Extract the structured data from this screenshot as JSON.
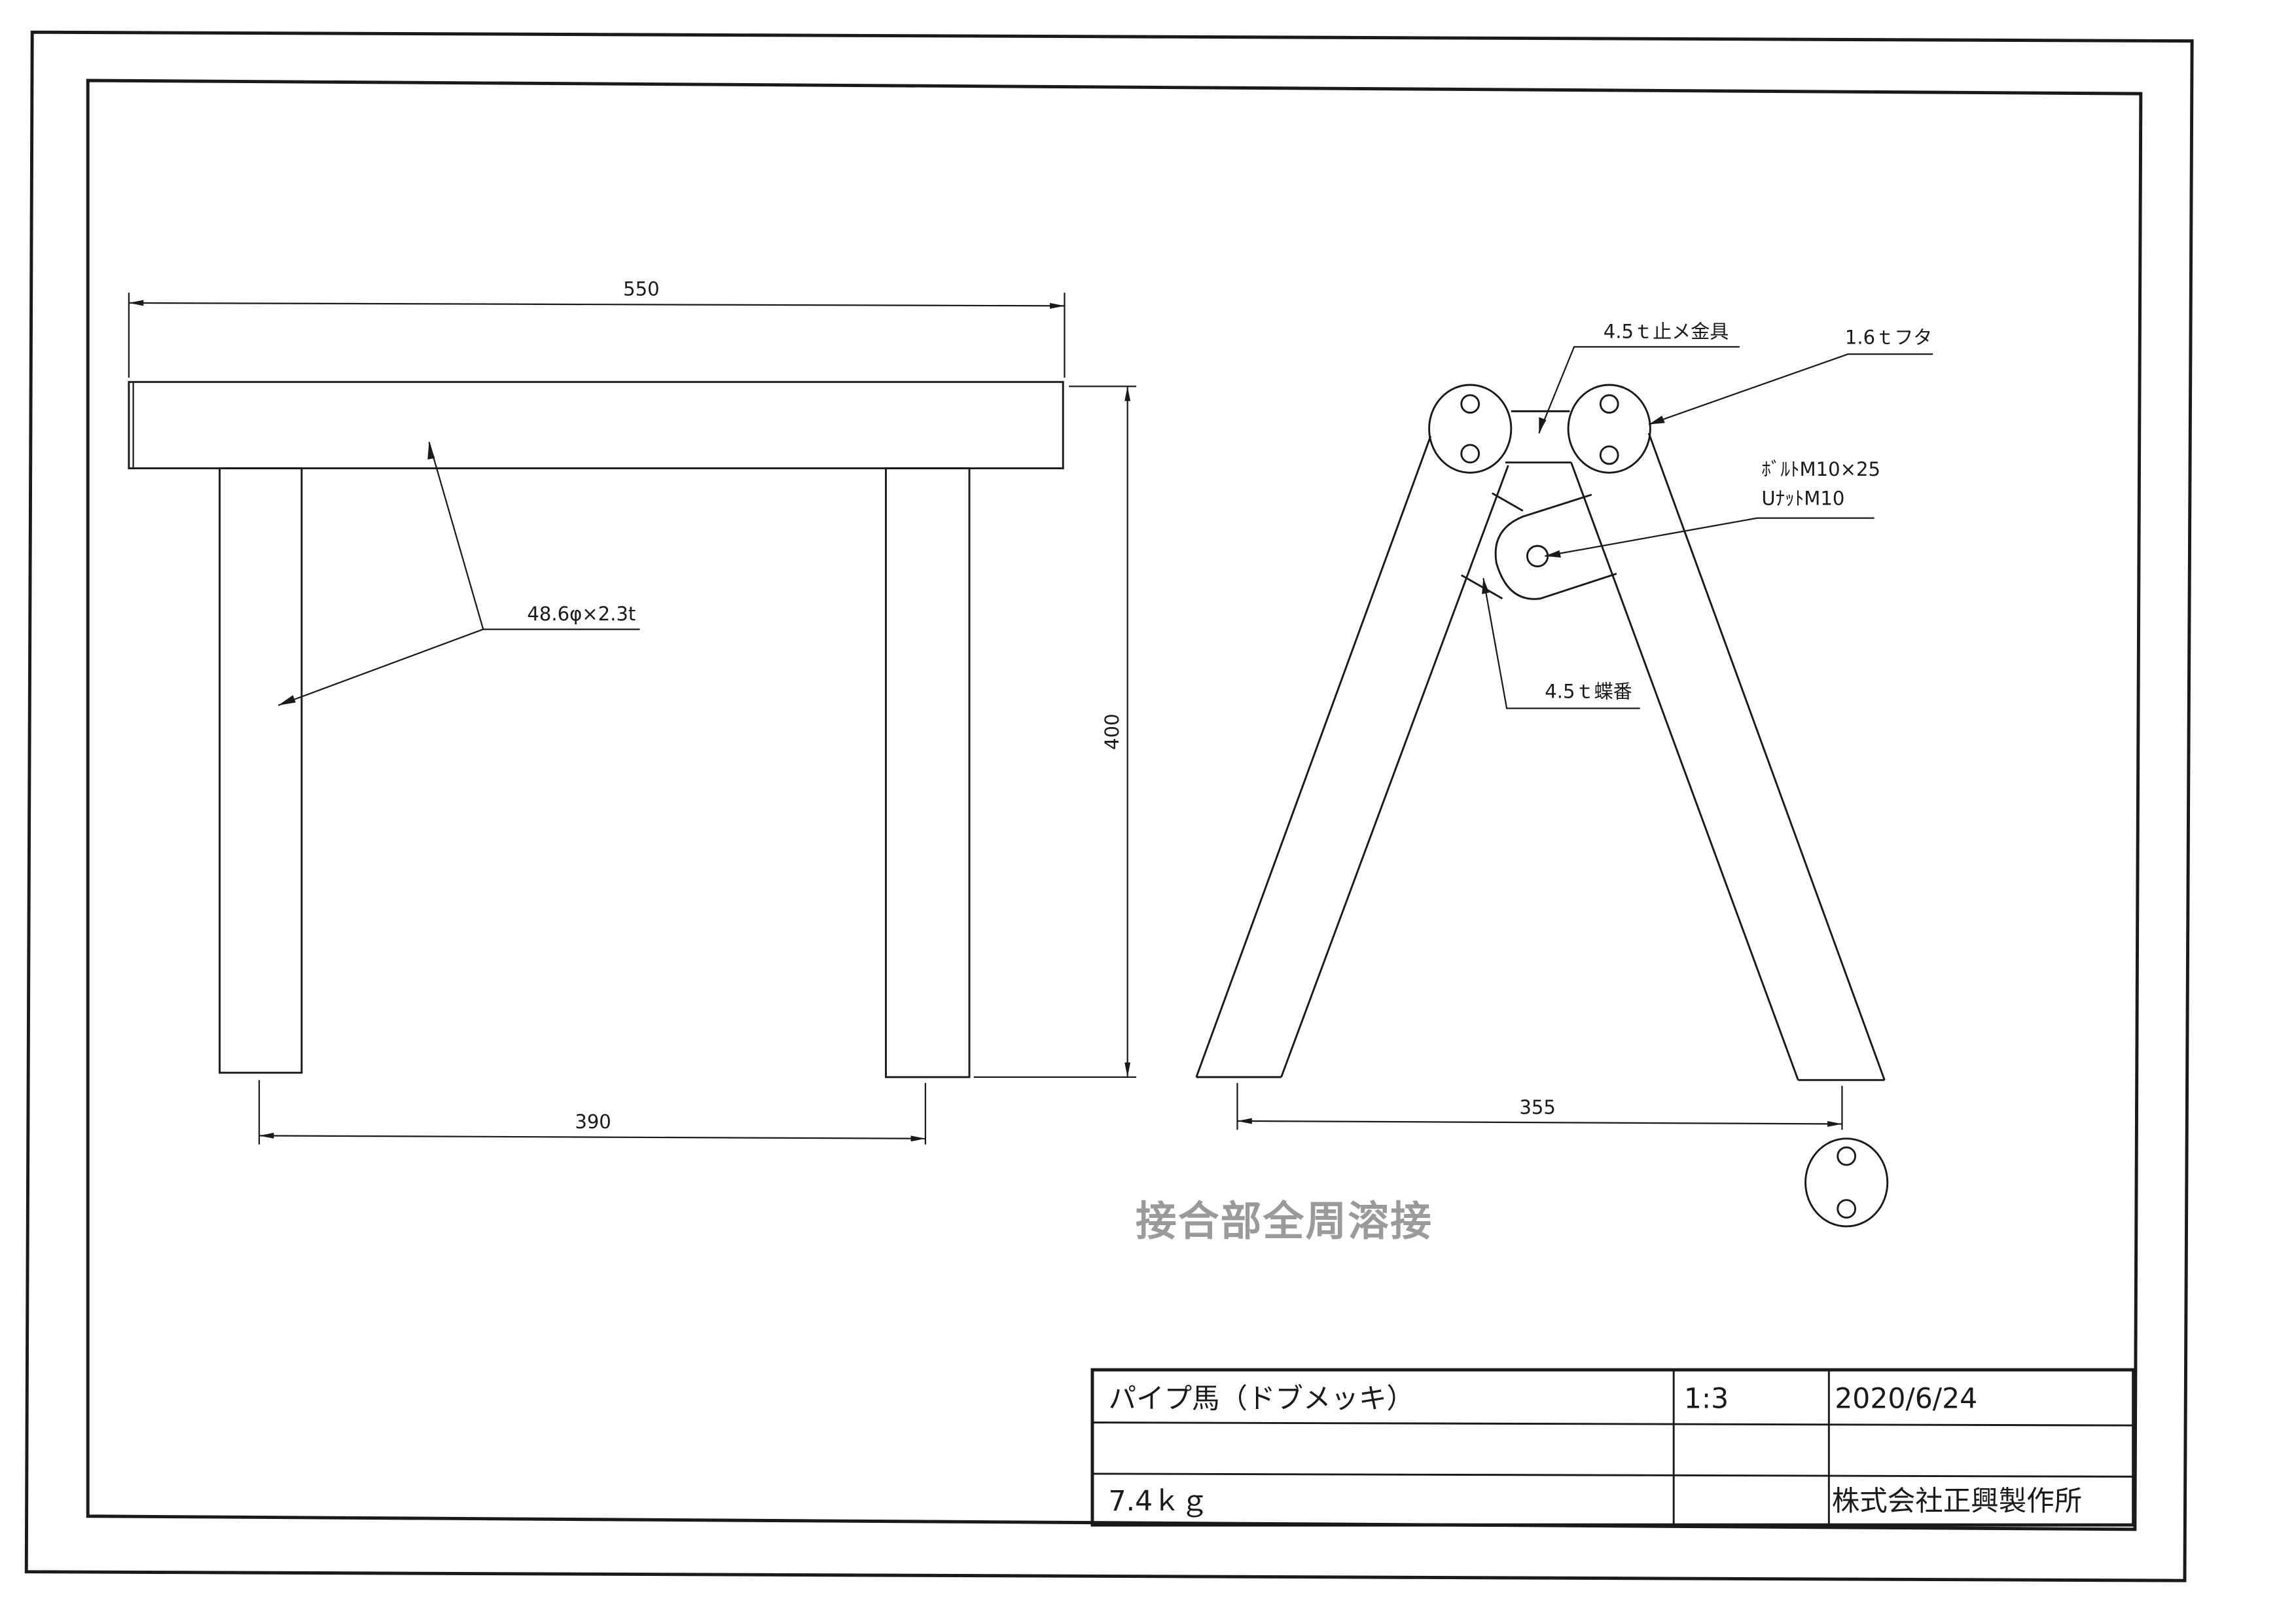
{
  "drawing": {
    "front_view": {
      "dim_width": "550",
      "dim_height": "400",
      "dim_leg_spacing": "390",
      "pipe_spec": "48.6φ×2.3t"
    },
    "side_view": {
      "stopper_label": "4.5ｔ止メ金具",
      "cap_label": "1.6ｔフタ",
      "bolt_label": "ﾎﾞﾙﾄM10×25",
      "nut_label": "UﾅｯﾄM10",
      "hinge_label": "4.5ｔ蝶番",
      "dim_foot_spacing": "355"
    },
    "stamp": "接合部全周溶接"
  },
  "title_block": {
    "name": "パイプ馬（ドブメッキ）",
    "scale": "1:3",
    "date": "2020/6/24",
    "weight": "7.4ｋｇ",
    "company": "株式会社正興製作所"
  }
}
